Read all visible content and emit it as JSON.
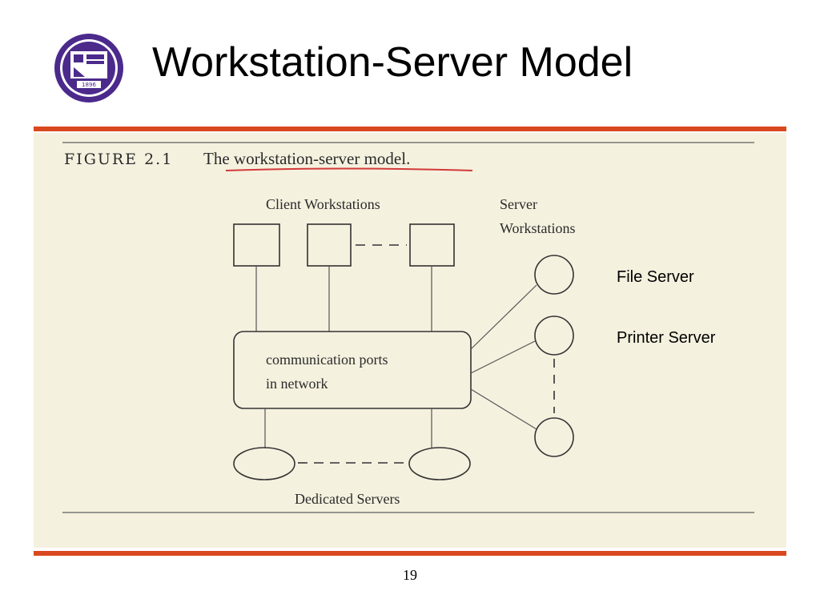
{
  "slide": {
    "title": "Workstation-Server Model",
    "page_number": "19"
  },
  "logo": {
    "icon": "university-seal-icon",
    "year": "1896"
  },
  "figure": {
    "label": "FIGURE 2.1",
    "caption": "The workstation-server model.",
    "client_workstations_label": "Client Workstations",
    "server_workstations_label_line1": "Server",
    "server_workstations_label_line2": "Workstations",
    "network_label_line1": "communication ports",
    "network_label_line2": "in network",
    "dedicated_servers_label": "Dedicated Servers"
  },
  "annotations": {
    "file_server": "File Server",
    "printer_server": "Printer Server"
  },
  "colors": {
    "accent_rule": "#d9481e",
    "scan_background": "#f5f1df",
    "logo_purple": "#4b2a8c",
    "caption_underline": "#d23a3a"
  }
}
